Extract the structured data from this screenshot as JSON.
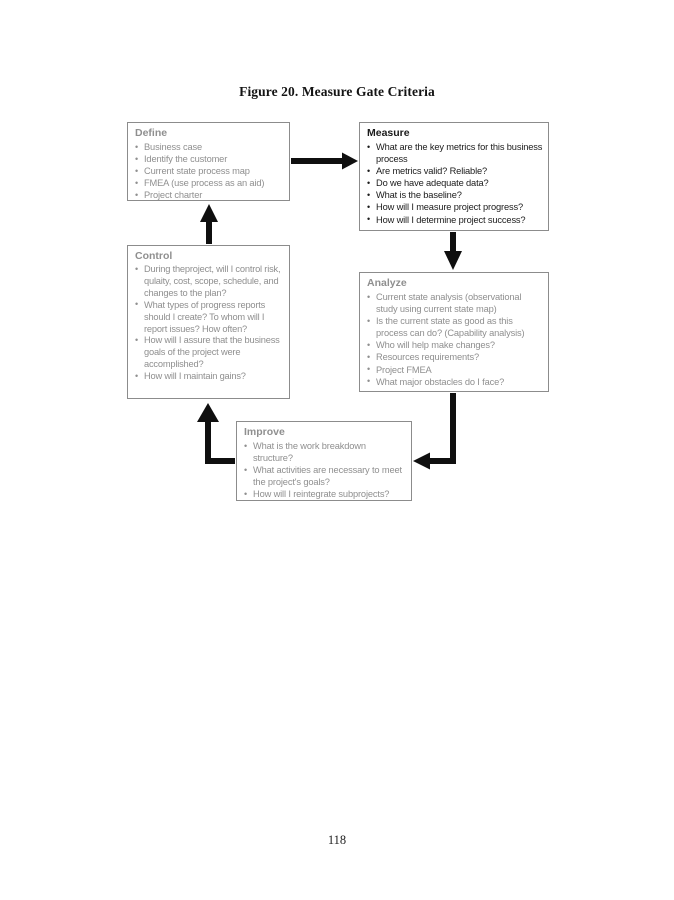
{
  "page": {
    "figure_caption": "Figure 20. Measure Gate Criteria",
    "page_number": "118"
  },
  "diagram": {
    "bullet_char": "•",
    "colors": {
      "gray_text": "#8f8f8f",
      "black_text": "#1b1b1b",
      "box_border": "#8c8c8c",
      "arrow": "#0f0f0f",
      "background": "#ffffff"
    },
    "boxes": {
      "define": {
        "title": "Define",
        "items": [
          "Business case",
          "Identify the customer",
          "Current state process map",
          "FMEA (use process as an aid)",
          "Project charter"
        ]
      },
      "measure": {
        "title": "Measure",
        "items": [
          "What are the key metrics for this business process",
          "Are metrics valid? Reliable?",
          "Do we have adequate data?",
          "What is the baseline?",
          "How will I measure project progress?",
          "How will I determine project success?"
        ]
      },
      "control": {
        "title": "Control",
        "items": [
          "During theproject, will I control risk, qulaity, cost, scope, schedule, and changes to the plan?",
          "What types of progress reports should I create? To whom will I report issues? How often?",
          "How will I assure that the business goals of the project were accomplished?",
          "How will I maintain gains?"
        ]
      },
      "analyze": {
        "title": "Analyze",
        "items": [
          "Current state analysis (observational study using current state map)",
          "Is the current state as good as this process can do? (Capability analysis)",
          "Who will help make changes?",
          "Resources requirements?",
          "Project FMEA",
          "What major obstacles do I face?"
        ]
      },
      "improve": {
        "title": "Improve",
        "items": [
          "What is the work breakdown structure?",
          "What activities are necessary to meet the project's goals?",
          "How will I reintegrate subprojects?"
        ]
      }
    }
  }
}
